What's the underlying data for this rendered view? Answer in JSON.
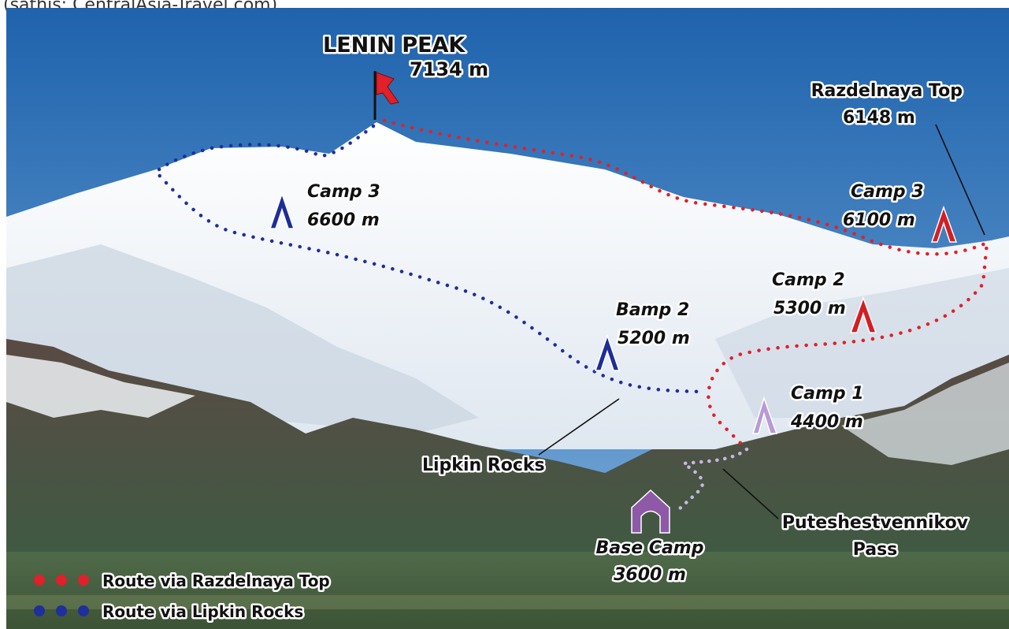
{
  "source": "(sathis: CentralAsia-Travel.com)",
  "peak": {
    "name": "LENIN PEAK",
    "elevation": "7134 m"
  },
  "razdelnaya_top": {
    "name": "Razdelnaya Top",
    "elevation": "6148 m"
  },
  "camps": {
    "lipkin_camp3": {
      "name": "Camp 3",
      "elevation": "6600 m"
    },
    "lipkin_camp2": {
      "name": "Bamp 2",
      "elevation": "5200 m"
    },
    "razd_camp3": {
      "name": "Camp 3",
      "elevation": "6100 m"
    },
    "razd_camp2": {
      "name": "Camp 2",
      "elevation": "5300 m"
    },
    "camp1": {
      "name": "Camp 1",
      "elevation": "4400 m"
    },
    "base": {
      "name": "Base Camp",
      "elevation": "3600 m"
    }
  },
  "features": {
    "lipkin_rocks": "Lipkin Rocks",
    "pass_line1": "Puteshestvennikov",
    "pass_line2": "Pass"
  },
  "legend": {
    "razdelnaya": "Route via Razdelnaya Top",
    "lipkin": "Route via Lipkin Rocks"
  },
  "colors": {
    "route_razdelnaya": "#e0202a",
    "route_lipkin": "#1f2f9c",
    "route_approach": "#c9b6e4",
    "tent_red": "#d11f24",
    "tent_blue": "#1e2d98",
    "tent_purple": "#8e5aa8",
    "sky": "#3d7fc1"
  }
}
